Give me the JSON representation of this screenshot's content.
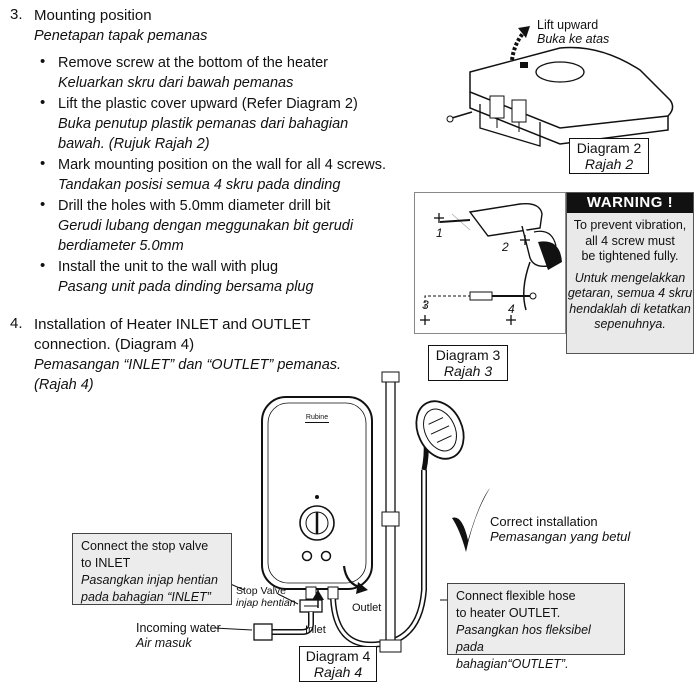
{
  "section3": {
    "number": "3.",
    "title": "Mounting position",
    "title_ms": "Penetapan tapak pemanas",
    "bullets": [
      {
        "en": "Remove screw at the bottom of the heater",
        "ms": [
          "Keluarkan skru dari bawah pemanas"
        ]
      },
      {
        "en": "Lift the plastic cover upward (Refer Diagram 2)",
        "ms": [
          "Buka penutup plastik pemanas dari bahagian",
          "bawah. (Rujuk Rajah 2)"
        ]
      },
      {
        "en": "Mark mounting position on the wall for all 4 screws.",
        "ms": [
          "Tandakan posisi semua 4 skru pada dinding"
        ]
      },
      {
        "en": "Drill the holes with 5.0mm diameter drill bit",
        "ms": [
          "Gerudi lubang dengan meggunakan bit gerudi",
          "berdiameter 5.0mm"
        ]
      },
      {
        "en": "Install the unit to the wall with plug",
        "ms": [
          "Pasang unit pada dinding bersama plug"
        ]
      }
    ]
  },
  "section4": {
    "number": "4.",
    "title": [
      "Installation of Heater INLET and OUTLET",
      "connection. (Diagram 4)"
    ],
    "title_ms": [
      "Pemasangan “INLET” dan “OUTLET” pemanas.",
      "(Rajah 4)"
    ]
  },
  "diagram2": {
    "lift_label": "Lift upward",
    "lift_label_ms": "Buka ke atas",
    "caption": "Diagram 2",
    "caption_ms": "Rajah 2"
  },
  "diagram3": {
    "caption": "Diagram 3",
    "caption_ms": "Rajah 3",
    "points": [
      "1",
      "2",
      "3",
      "4"
    ]
  },
  "warning": {
    "heading": "WARNING !",
    "en": [
      "To prevent vibration,",
      "all 4 screw must",
      "be tightened fully."
    ],
    "ms": [
      "Untuk mengelakkan",
      "getaran, semua 4 skru",
      "hendaklah di ketatkan",
      "sepenuhnya."
    ]
  },
  "diagram4": {
    "brand": "Rubine",
    "caption": "Diagram 4",
    "caption_ms": "Rajah 4",
    "correct": "Correct installation",
    "correct_ms": "Pemasangan yang betul",
    "stop_valve": "Stop Valve",
    "stop_valve_ms": "injap hentian",
    "inlet": "Inlet",
    "outlet": "Outlet",
    "incoming": "Incoming water",
    "incoming_ms": "Air masuk",
    "callout_inlet": {
      "en": [
        "Connect the stop valve",
        "to INLET"
      ],
      "ms": [
        "Pasangkan injap hentian",
        "pada bahagian “INLET”"
      ]
    },
    "callout_outlet": {
      "en": [
        "Connect flexible hose",
        "to heater OUTLET."
      ],
      "ms": [
        "Pasangkan hos fleksibel pada",
        "bahagian“OUTLET”."
      ]
    }
  },
  "colors": {
    "warning_bg": "#e9e9e9",
    "callout_bg": "#ececec",
    "ink": "#111111"
  }
}
